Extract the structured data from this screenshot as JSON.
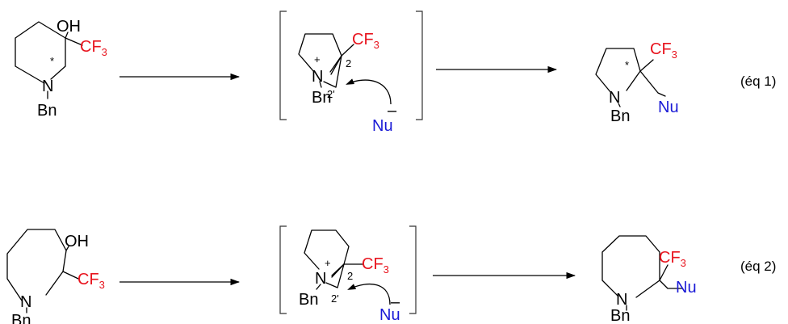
{
  "colors": {
    "cf3": "#e8141e",
    "nucleophile": "#1a1ad6",
    "bonds": "#000000"
  },
  "labels": {
    "oh": "OH",
    "cf": "CF",
    "three": "3",
    "n": "N",
    "bn": "Bn",
    "nu": "Nu",
    "star": "*",
    "plus": "+",
    "minus": "–",
    "pos2": "2",
    "pos2p": "2'"
  },
  "equations": {
    "eq1": "(éq 1)",
    "eq2": "(éq 2)"
  }
}
